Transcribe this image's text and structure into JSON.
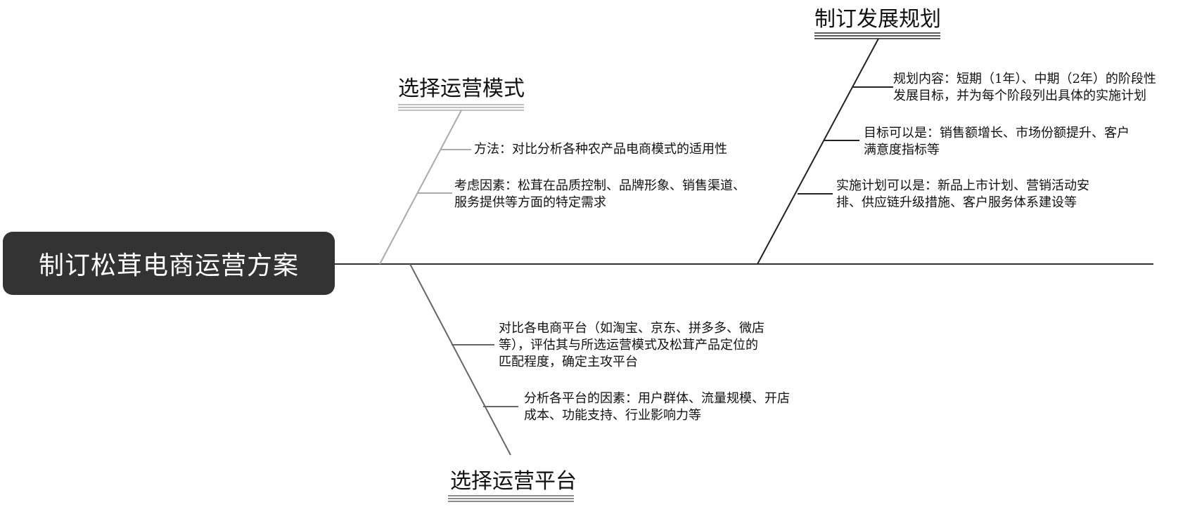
{
  "root": {
    "title": "制订松茸电商运营方案"
  },
  "branches": [
    {
      "title": "选择运营模式",
      "leaves": [
        {
          "lines": [
            "方法：对比分析各种农产品电商模式的适用性"
          ]
        },
        {
          "lines": [
            "考虑因素：松茸在品质控制、品牌形象、销售渠道、",
            "服务提供等方面的特定需求"
          ]
        }
      ]
    },
    {
      "title": "制订发展规划",
      "leaves": [
        {
          "lines": [
            "规划内容：短期（1年）、中期（2年）的阶段性",
            "发展目标，并为每个阶段列出具体的实施计划"
          ]
        },
        {
          "lines": [
            "目标可以是：销售额增长、市场份额提升、客户",
            "满意度指标等"
          ]
        },
        {
          "lines": [
            "实施计划可以是：新品上市计划、营销活动安",
            "排、供应链升级措施、客户服务体系建设等"
          ]
        }
      ]
    },
    {
      "title": "选择运营平台",
      "leaves": [
        {
          "lines": [
            "对比各电商平台（如淘宝、京东、拼多多、微店",
            "等），评估其与所选运营模式及松茸产品定位的",
            "匹配程度，确定主攻平台"
          ]
        },
        {
          "lines": [
            "分析各平台的因素：用户群体、流量规模、开店",
            "成本、功能支持、行业影响力等"
          ]
        }
      ]
    }
  ]
}
